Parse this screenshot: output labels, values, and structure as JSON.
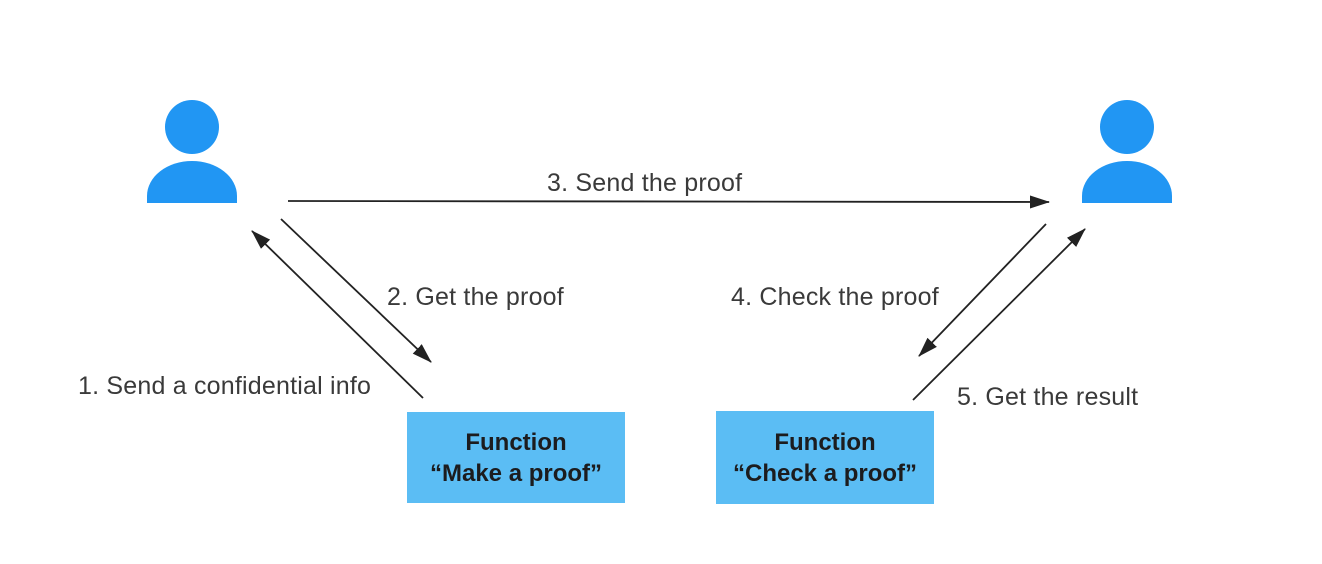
{
  "diagram": {
    "type": "flow",
    "description_visible_only": "zero-knowledge-proof style message flow between two people and two function boxes",
    "nodes": [
      {
        "id": "person-left",
        "kind": "person-icon"
      },
      {
        "id": "person-right",
        "kind": "person-icon"
      },
      {
        "id": "function-make-proof",
        "kind": "box",
        "line1": "Function",
        "line2": "“Make a proof”"
      },
      {
        "id": "function-check-proof",
        "kind": "box",
        "line1": "Function",
        "line2": "“Check a proof”"
      }
    ],
    "edges": [
      {
        "label": "1. Send a confidential info",
        "from": "person-left",
        "to": "function-make-proof"
      },
      {
        "label": "2. Get the proof",
        "from": "function-make-proof",
        "to": "person-left"
      },
      {
        "label": "3. Send the proof",
        "from": "person-left",
        "to": "person-right"
      },
      {
        "label": "4. Check the proof",
        "from": "person-right",
        "to": "function-check-proof"
      },
      {
        "label": "5. Get the result",
        "from": "function-check-proof",
        "to": "person-right"
      }
    ],
    "colors": {
      "person_icon": "#2196f3",
      "function_box": "#5bbdf4",
      "arrow": "#222222",
      "label_text": "#3a3a3a",
      "box_text": "#1c1c1e",
      "background": "#ffffff"
    }
  }
}
